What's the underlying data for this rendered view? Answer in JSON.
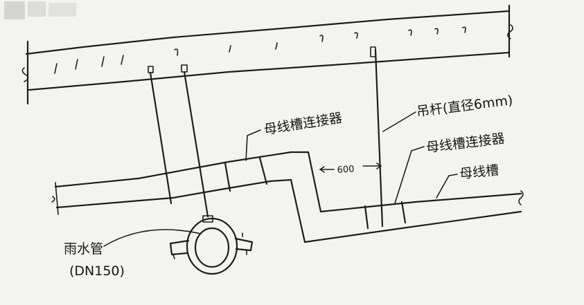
{
  "labels": {
    "busway_connector_upper": "母线槽连接器",
    "hanger_rod": "吊杆(直径6mm)",
    "busway_connector_lower": "母线槽连接器",
    "busway": "母线槽",
    "spacing": "600",
    "rain_pipe": "雨水管",
    "rain_pipe_size": "(DN150)"
  }
}
